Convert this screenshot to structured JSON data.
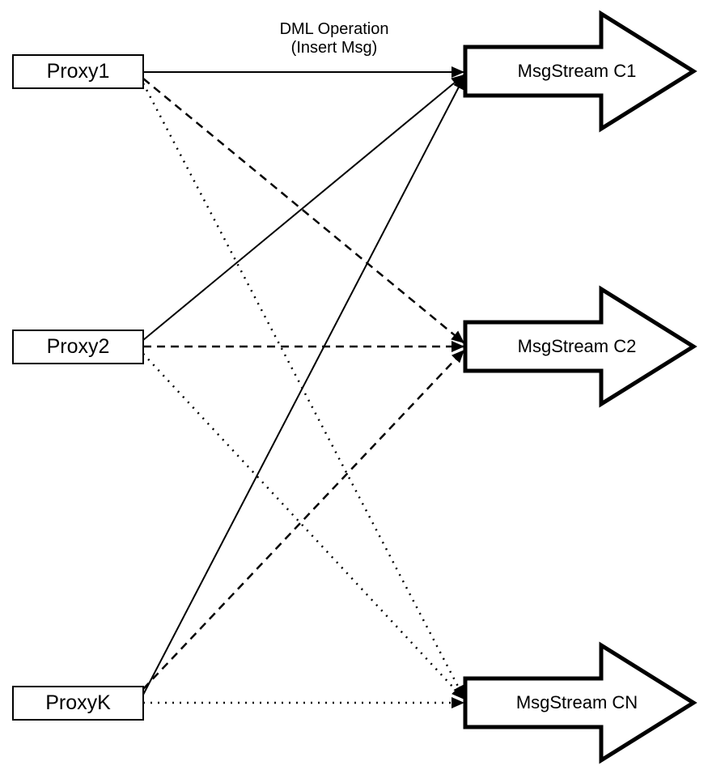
{
  "diagram": {
    "title": {
      "line1": "DML Operation",
      "line2": "(Insert Msg)"
    },
    "proxies": [
      {
        "label": "Proxy1"
      },
      {
        "label": "Proxy2"
      },
      {
        "label": "ProxyK"
      }
    ],
    "streams": [
      {
        "label": "MsgStream C1"
      },
      {
        "label": "MsgStream C2"
      },
      {
        "label": "MsgStream CN"
      }
    ],
    "connections": [
      {
        "from": "Proxy1",
        "to": "MsgStream C1",
        "style": "solid",
        "label": "DML Operation (Insert Msg)"
      },
      {
        "from": "Proxy1",
        "to": "MsgStream C2",
        "style": "dashed",
        "label": ""
      },
      {
        "from": "Proxy1",
        "to": "MsgStream CN",
        "style": "dotted",
        "label": ""
      },
      {
        "from": "Proxy2",
        "to": "MsgStream C1",
        "style": "solid",
        "label": ""
      },
      {
        "from": "Proxy2",
        "to": "MsgStream C2",
        "style": "dashed",
        "label": ""
      },
      {
        "from": "Proxy2",
        "to": "MsgStream CN",
        "style": "dotted",
        "label": ""
      },
      {
        "from": "ProxyK",
        "to": "MsgStream C1",
        "style": "solid",
        "label": ""
      },
      {
        "from": "ProxyK",
        "to": "MsgStream C2",
        "style": "dashed",
        "label": ""
      },
      {
        "from": "ProxyK",
        "to": "MsgStream CN",
        "style": "dotted",
        "label": ""
      }
    ],
    "colors": {
      "line": "#000000",
      "shape_fill": "#ffffff",
      "background": "#ffffff"
    }
  }
}
